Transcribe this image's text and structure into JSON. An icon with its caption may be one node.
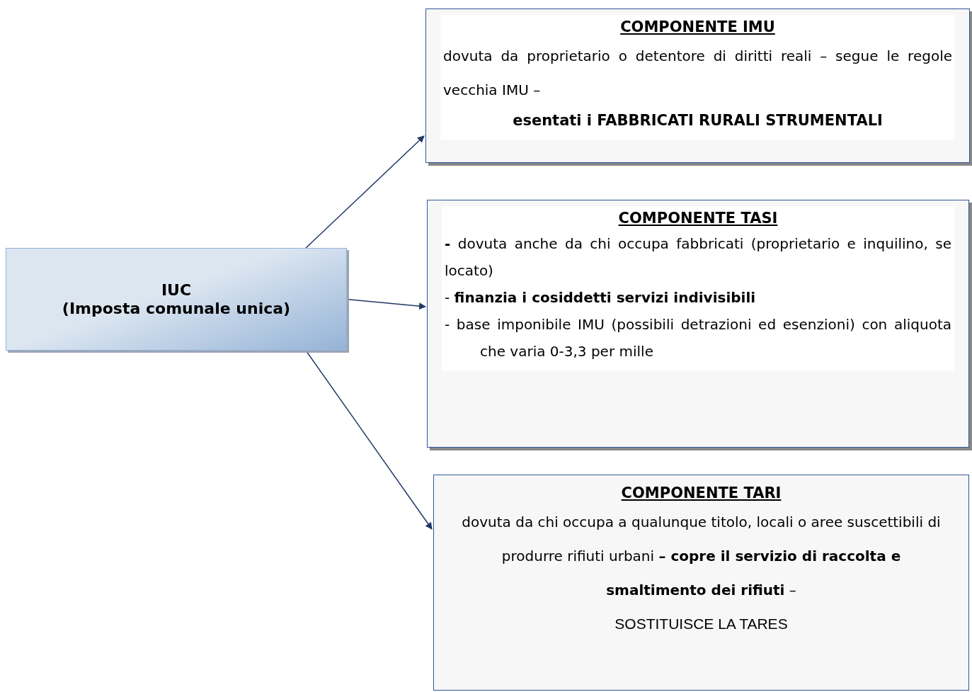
{
  "diagram": {
    "nodes": [
      {
        "text": [
          "IUC",
          "(Imposta comunale unica)"
        ]
      },
      {
        "text": [
          "COMPONENTE IMU",
          "dovuta da proprietario o detentore di diritti reali – segue le regole vecchia IMU –",
          "esentati i FABBRICATI RURALI STRUMENTALI"
        ]
      },
      {
        "text": [
          "COMPONENTE TASI",
          "**-** dovuta anche da chi occupa fabbricati (proprietario e inquilino, se locato)",
          "- **finanzia i cosiddetti servizi indivisibili**",
          "- base imponibile IMU (possibili detrazioni ed esenzioni) con aliquota che varia 0-3,3 per mille"
        ]
      },
      {
        "text": [
          "COMPONENTE TARI",
          "dovuta da chi occupa a qualunque titolo, locali o aree suscettibili di produrre rifiuti urbani **– copre il servizio di raccolta e smaltimento dei rifiuti** –",
          "SOSTITUISCE LA TARES"
        ]
      }
    ],
    "edges": [
      {
        "from": 0,
        "to": 1,
        "arrow": "to"
      },
      {
        "from": 0,
        "to": 2,
        "arrow": "to"
      },
      {
        "from": 0,
        "to": 3,
        "arrow": "to"
      }
    ]
  }
}
